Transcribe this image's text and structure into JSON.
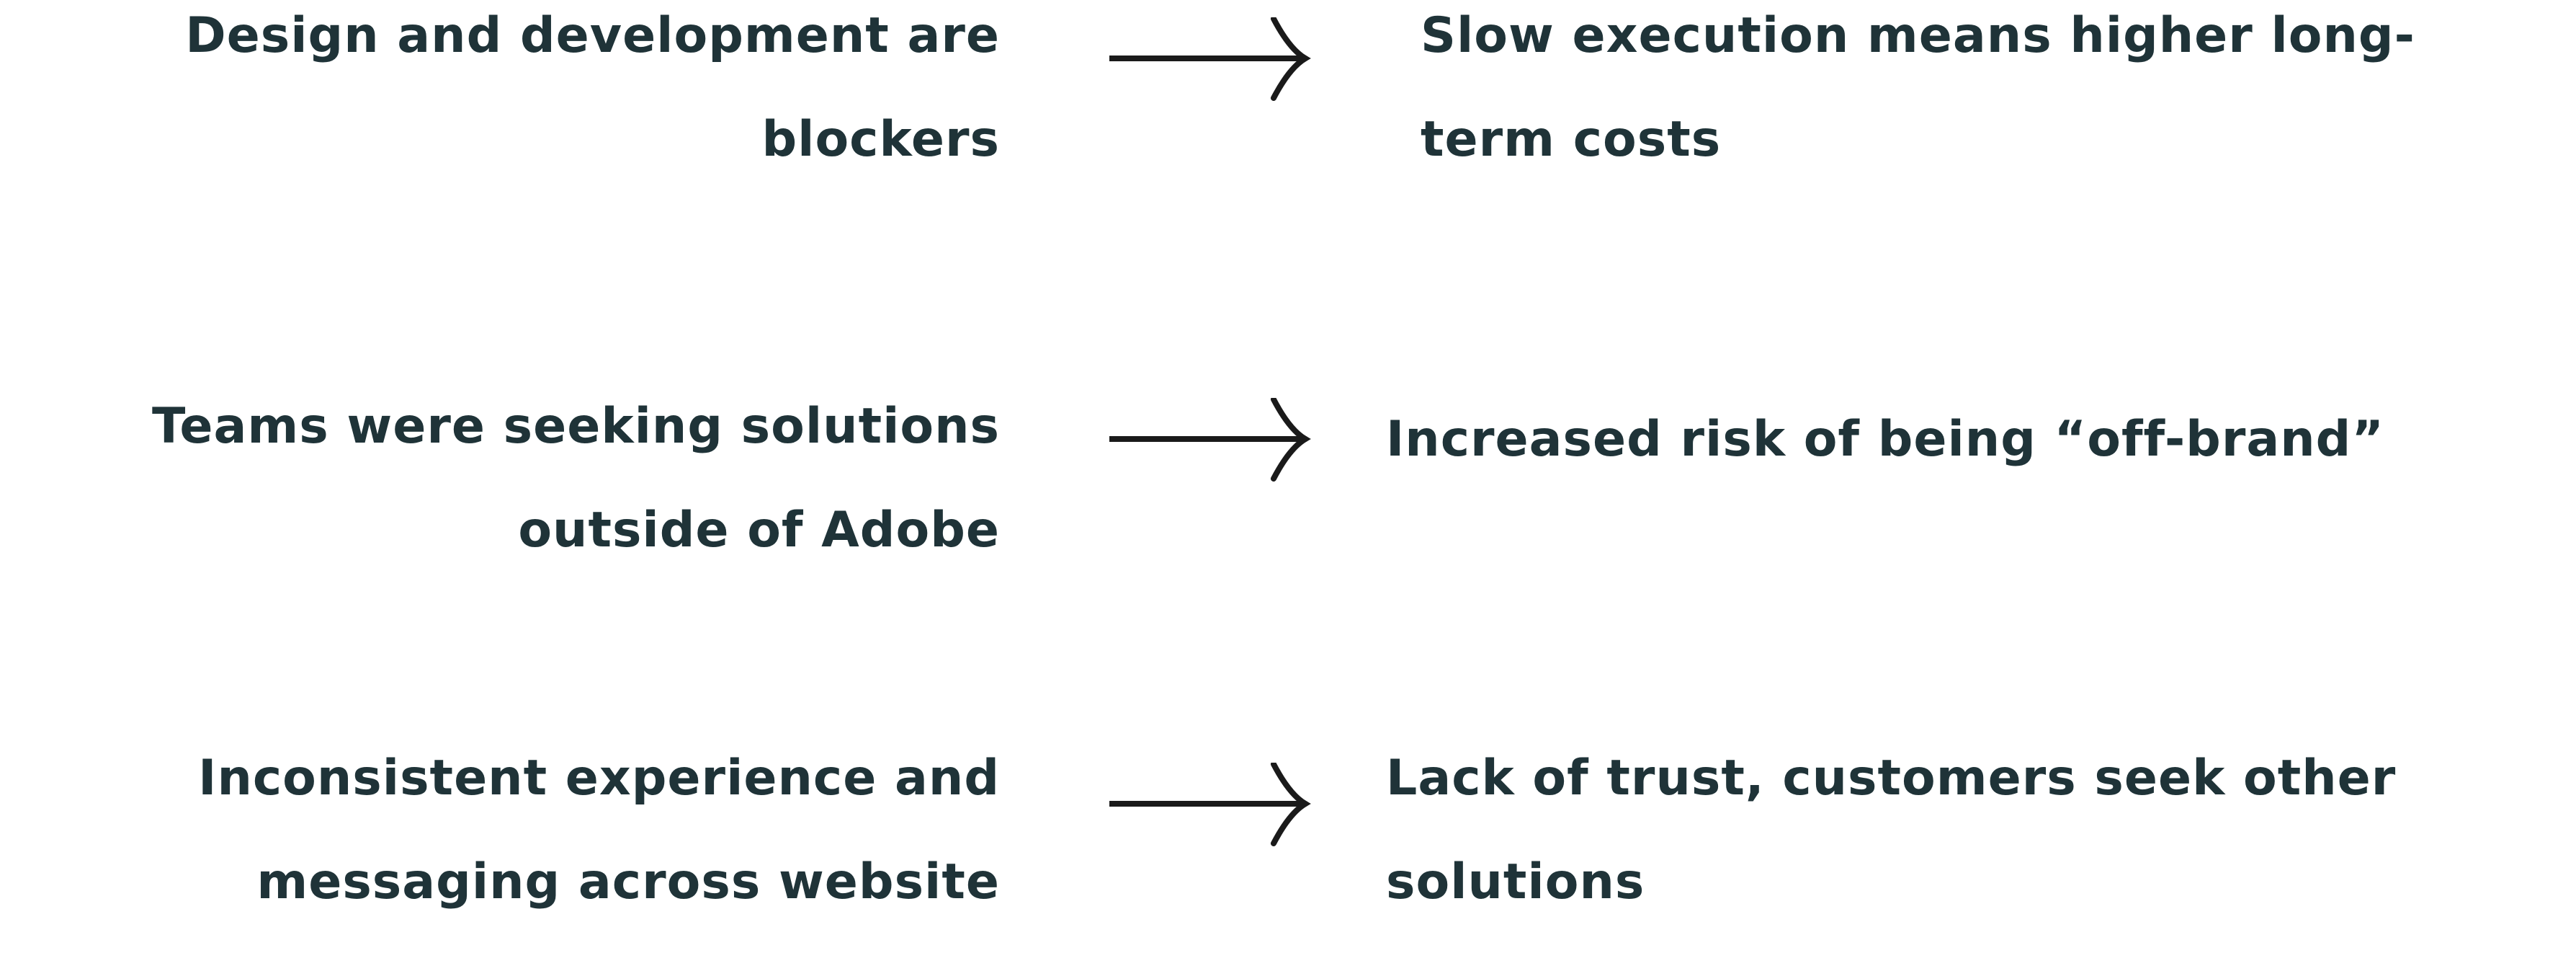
{
  "rows": [
    {
      "cause": [
        "Design and development are",
        "blockers"
      ],
      "effect": [
        "Slow execution means higher long-",
        "term costs"
      ]
    },
    {
      "cause": [
        "Teams were seeking solutions",
        "outside of Adobe"
      ],
      "effect": [
        "Increased risk of being “off-brand”"
      ]
    },
    {
      "cause": [
        "Inconsistent experience and",
        "messaging across website"
      ],
      "effect": [
        "Lack of trust, customers seek other",
        "solutions"
      ]
    }
  ],
  "colors": {
    "text": "#1f3338",
    "arrow": "#1a1a1a",
    "background": "#ffffff"
  },
  "icons": {
    "arrow": "right-arrow-icon"
  }
}
